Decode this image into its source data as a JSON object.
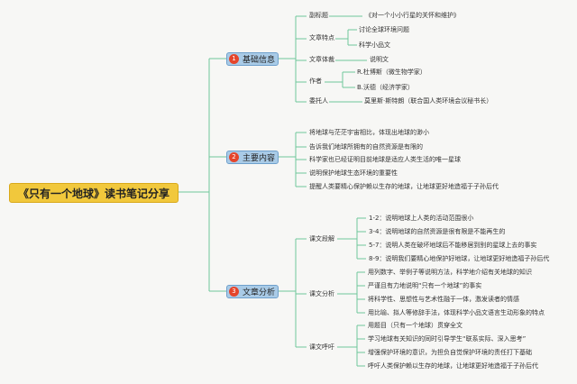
{
  "root": {
    "title": "《只有一个地球》读书笔记分享"
  },
  "branches": [
    {
      "number": "1",
      "label": "基础信息",
      "items": [
        {
          "label": "副标题",
          "children": [
            "《对一个小小行星的关怀和维护》"
          ]
        },
        {
          "label": "文章特点",
          "children": [
            "讨论全球环境问题",
            "科学小品文"
          ]
        },
        {
          "label": "文章体裁",
          "children": [
            "说明文"
          ]
        },
        {
          "label": "作者",
          "children": [
            "R.杜博斯（微生物学家）",
            "B.沃德（经济学家）"
          ]
        },
        {
          "label": "委托人",
          "children": [
            "莫里斯·斯特朗（联合国人类环境会议秘书长）"
          ]
        }
      ]
    },
    {
      "number": "2",
      "label": "主要内容",
      "items": [
        "将地球与茫茫宇宙相比，体现出地球的渺小",
        "告诉我们地球所拥有的自然资源是有限的",
        "科学家也已经证明目前地球是适应人类生活的唯一星球",
        "说明保护地球生态环境的重要性",
        "提醒人类要精心保护赖以生存的地球，让地球更好地造福于子孙后代"
      ]
    },
    {
      "number": "3",
      "label": "文章分析",
      "items": [
        {
          "label": "课文段解",
          "children": [
            "1-2：说明地球上人类的活动范围很小",
            "3-4：说明地球的自然资源是很有限是不能再生的",
            "5-7：说明人类在破坏地球后不能移居到别的星球上去的事实",
            "8-9：说明我们要精心地保护好地球，让地球更好地造福子孙后代"
          ]
        },
        {
          "label": "课文分析",
          "children": [
            "用列数字、举例子等说明方法，科学地介绍有关地球的知识",
            "严谨且有力地说明“只有一个地球”的事实",
            "将科学性、思想性与艺术性融于一体，激发读者的情感",
            "用比喻、拟人等修辞手法，体现科学小品文语言生动形象的特点"
          ]
        },
        {
          "label": "课文呼吁",
          "children": [
            "用题目（只有一个地球）贯穿全文",
            "学习地球有关知识的同时引导学生“联系实际、深入思考”",
            "增强保护环境的意识，为担负自觉保护环境的责任打下基础",
            "呼吁人类保护赖以生存的地球，让地球更好地造福于子孙后代"
          ]
        }
      ]
    }
  ],
  "colors": {
    "root_fill": "#f1c83c",
    "branch_fill": "#a9cbe7",
    "badge": "#e5452b",
    "line": "#6fc79a"
  }
}
